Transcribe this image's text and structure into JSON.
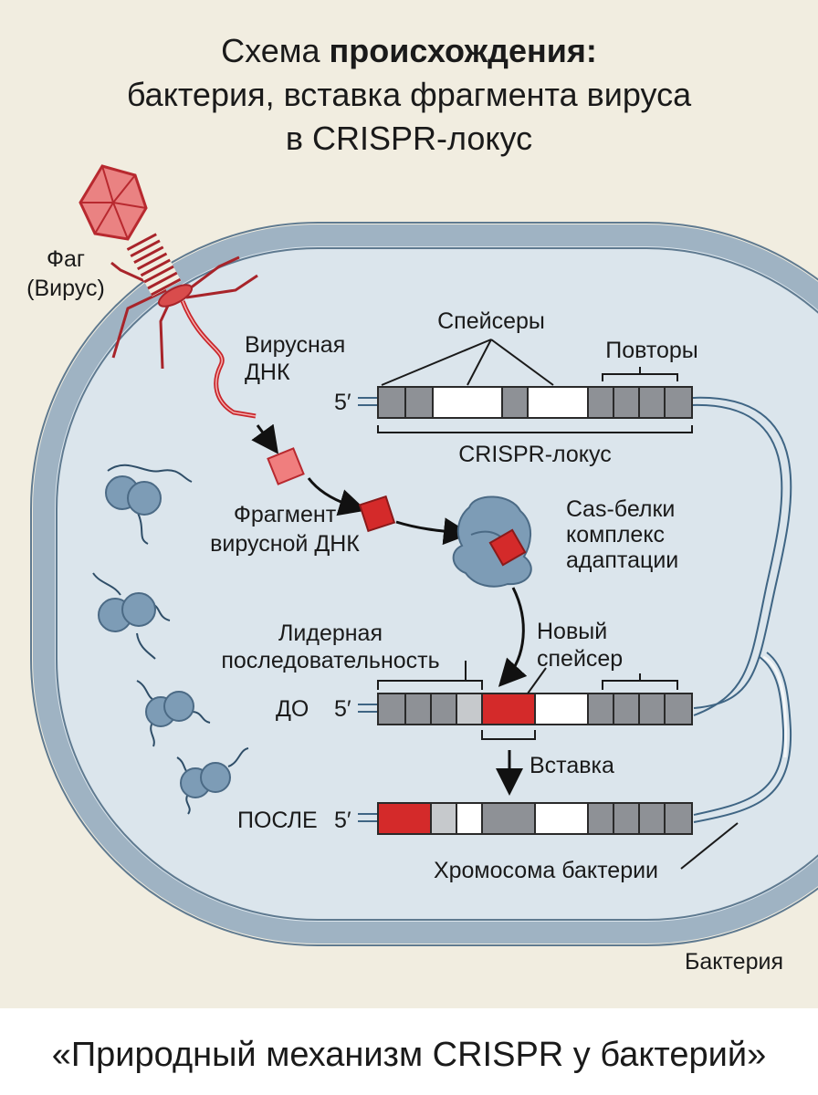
{
  "title": {
    "line1_prefix": "Схема ",
    "line1_bold": "происхождения:",
    "line2": "бактерия, вставка фрагмента вируса",
    "line3": "в CRISPR-локус"
  },
  "labels": {
    "phage_line1": "Фаг",
    "phage_line2": "(Вирус)",
    "viral_dna_line1": "Вирусная",
    "viral_dna_line2": "ДНК",
    "spacers": "Спейсеры",
    "repeats": "Повторы",
    "five_prime": "5′",
    "crispr_locus": "CRISPR-локус",
    "fragment_line1": "Фрагмент",
    "fragment_line2": "вирусной ДНК",
    "cas_line1": "Cas-белки",
    "cas_line2": "комплекс",
    "cas_line3": "адаптации",
    "leader_line1": "Лидерная",
    "leader_line2": "последовательность",
    "new_spacer_line1": "Новый",
    "new_spacer_line2": "спейсер",
    "before": "ДО",
    "insertion": "Вставка",
    "after": "ПОСЛЕ",
    "chromosome": "Хромосома бактерии",
    "bacterium": "Бактерия"
  },
  "caption": "«Природный механизм CRISPR у бактерий»",
  "colors": {
    "background": "#f1ede0",
    "cell_wall": "#9fb3c3",
    "cytoplasm": "#d9e5ee",
    "repeat_gray": "#8e9196",
    "spacer_white": "#ffffff",
    "viral_red": "#d42a2a",
    "fragment_pink": "#f07e7e",
    "protein_blue": "#7d9cb6",
    "dna_line": "#3f6584"
  }
}
